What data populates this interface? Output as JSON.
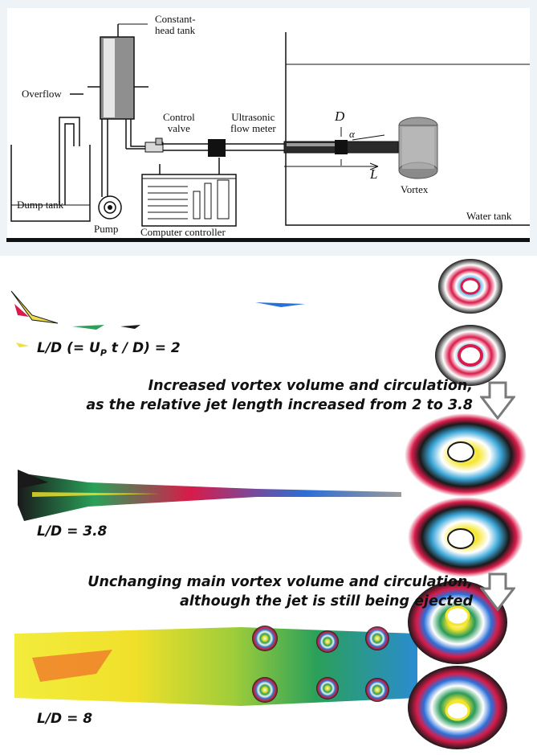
{
  "schematic": {
    "labels": {
      "constant_head_tank": [
        "Constant-",
        "head tank"
      ],
      "overflow": "Overflow",
      "control_valve": [
        "Control",
        "valve"
      ],
      "flow_meter": [
        "Ultrasonic",
        "flow meter"
      ],
      "dump_tank": "Dump tank",
      "pump": "Pump",
      "computer_controller": "Computer controller",
      "water_tank": "Water tank",
      "vortex": "Vortex",
      "diameter": "D",
      "length": "L",
      "angle": "α"
    }
  },
  "visualization": {
    "panels": [
      {
        "caption": {
          "prefix": "L/D (= U",
          "sub": "P",
          "suffix": " t / D) = 2"
        }
      },
      {
        "caption": {
          "text": "L/D = 3.8"
        }
      },
      {
        "caption": {
          "text": "L/D = 8"
        }
      }
    ],
    "notes": [
      [
        "Increased vortex volume and circulation,",
        "as the relative jet length increased from 2 to 3.8"
      ],
      [
        "Unchanging main vortex volume and circulation,",
        "although the jet is still being ejected"
      ]
    ],
    "colors": {
      "arrow_fill": "#ffffff",
      "arrow_stroke": "#7a7a7a",
      "divider": "#111111",
      "frame": "#eef3f8"
    }
  }
}
